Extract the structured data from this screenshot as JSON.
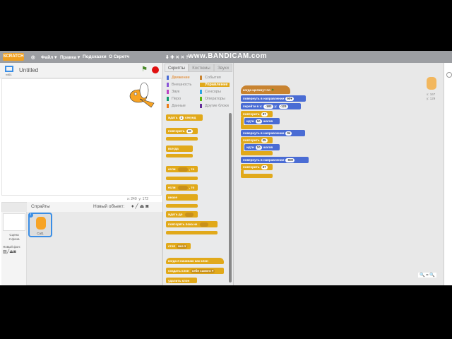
{
  "menu": {
    "logo": "SCRATCH",
    "items": [
      "Файл ▾",
      "Правка ▾",
      "Подсказки",
      "О Скретч"
    ],
    "watermark": "www.BANDICAM.com"
  },
  "stage": {
    "title": "Untitled",
    "version": "v461",
    "coords_x": "x: 240",
    "coords_y": "y: 172"
  },
  "sprites": {
    "header": "Спрайты",
    "new_sprite": "Новый объект:",
    "sprite_name": "Cat1",
    "scene_label": "Сцена",
    "scene_count": "2 фона",
    "new_backdrop": "Новый фон:"
  },
  "tabs": [
    "Скрипты",
    "Костюмы",
    "Звуки"
  ],
  "categories": [
    {
      "label": "Движение",
      "color": "#4a6cd4",
      "active": false
    },
    {
      "label": "События",
      "color": "#c88330",
      "active": false
    },
    {
      "label": "Внешность",
      "color": "#8a55d7",
      "active": false
    },
    {
      "label": "Управление",
      "color": "#e1a91a",
      "active": true
    },
    {
      "label": "Звук",
      "color": "#bb42c3",
      "active": false
    },
    {
      "label": "Сенсоры",
      "color": "#2ca5e2",
      "active": false
    },
    {
      "label": "Перо",
      "color": "#0e9a6c",
      "active": false
    },
    {
      "label": "Операторы",
      "color": "#5cb712",
      "active": false
    },
    {
      "label": "Данные",
      "color": "#ee7d16",
      "active": false
    },
    {
      "label": "Другие блоки",
      "color": "#632d99",
      "active": false
    }
  ],
  "palette_blocks": {
    "wait": "ждать",
    "wait_val": "1",
    "wait_unit": "секунд",
    "repeat": "повторить",
    "repeat_val": "10",
    "forever": "всегда",
    "if": "если",
    "then": ", то",
    "else": "иначе",
    "wait_until": "ждать до",
    "repeat_until": "повторять пока не",
    "stop": "стоп",
    "stop_val": "все ▾",
    "clone_start": "когда я начинаю как клон",
    "create_clone": "создать клон",
    "create_clone_val": "себя самого ▾",
    "delete_clone": "удалить клон"
  },
  "script": {
    "hat": "когда щелкнут по",
    "point": "повернуть в направлении",
    "goto": "перейти в x:",
    "goto_y": "y:",
    "repeat": "повторить",
    "move": "идти",
    "steps": "шагов",
    "dir1": "90▾",
    "x": "-183",
    "y": "-123",
    "rep1": "37",
    "move1": "10",
    "dir2": "0▾",
    "rep2": "25",
    "move2": "10",
    "dir3": "-90▾",
    "rep3": "37"
  },
  "sprite_info": {
    "x": "x: 167",
    "y": "y: 129"
  },
  "zoom": {
    "out": "🔍",
    "reset": "=",
    "in": "🔍"
  }
}
